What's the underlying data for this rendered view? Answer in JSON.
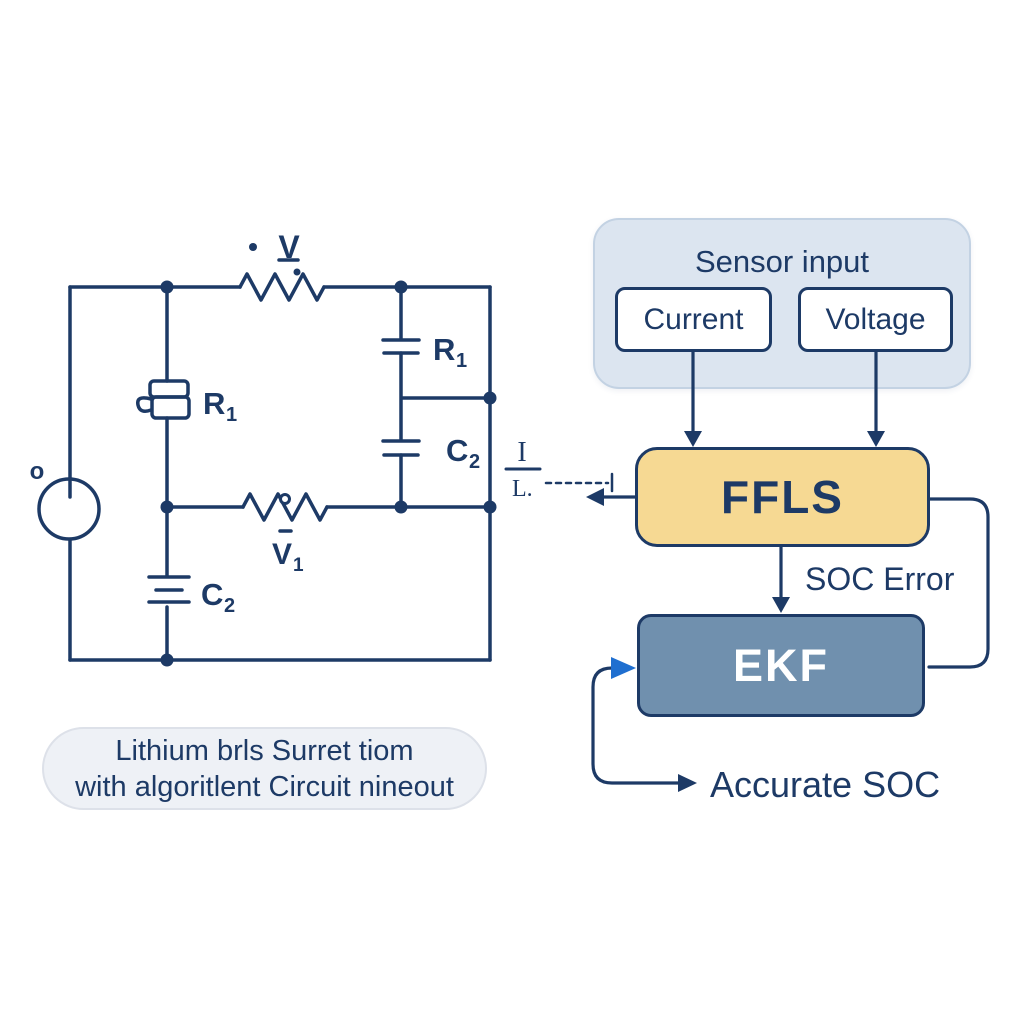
{
  "palette": {
    "line_navy": "#1d3a66",
    "ffls_fill": "#f6d993",
    "ekf_fill": "#7090ae",
    "sensor_fill": "#dce5f0",
    "sensor_border": "#c3d2e3",
    "caption_fill": "#eef1f6",
    "accent_blue": "#1f6fd0",
    "background": "#ffffff"
  },
  "flowchart": {
    "sensor_group": {
      "title": "Sensor input",
      "inputs": [
        {
          "label": "Current"
        },
        {
          "label": "Voltage"
        }
      ]
    },
    "ffls_label": "FFLS",
    "soc_error_label": "SOC Error",
    "ekf_label": "EKF",
    "output_label": "Accurate SOC"
  },
  "circuit": {
    "labels": {
      "source": "o",
      "v_top": {
        "main": "V"
      },
      "r1_left": {
        "main": "R",
        "sub": "1"
      },
      "c2_left": {
        "main": "C",
        "sub": "2"
      },
      "r1_right": {
        "main": "R",
        "sub": "1"
      },
      "c2_right": {
        "main": "C",
        "sub": "2"
      },
      "v1": {
        "main": "V",
        "sub": "1"
      },
      "current": {
        "num": "I",
        "den": "L."
      }
    }
  },
  "caption": {
    "line1": "Lithium brls Surret tiom",
    "line2": "with algoritlent Circuit nineout"
  }
}
